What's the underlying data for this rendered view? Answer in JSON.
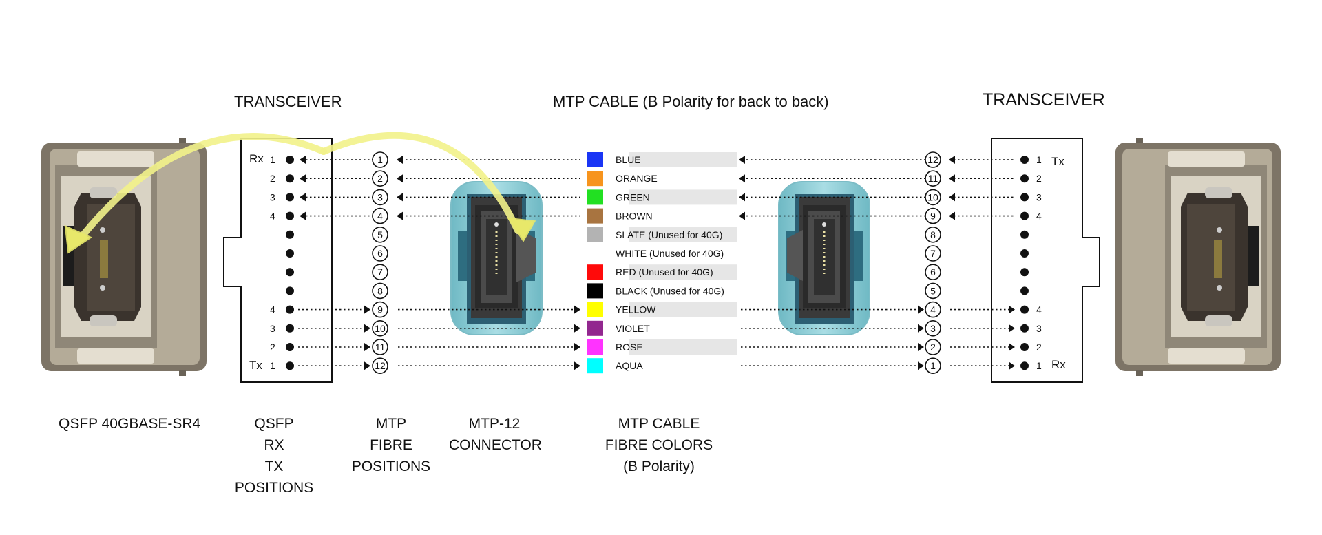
{
  "headers": {
    "transceiver_left": "TRANSCEIVER",
    "mtp_cable": "MTP CABLE (B Polarity for back to back)",
    "transceiver_right": "TRANSCEIVER"
  },
  "captions": {
    "qsfp": "QSFP 40GBASE-SR4",
    "rx_tx": [
      "QSFP",
      "RX",
      "TX",
      "POSITIONS"
    ],
    "mtp_positions": [
      "MTP",
      "FIBRE",
      "POSITIONS"
    ],
    "mtp12": [
      "MTP-12",
      "CONNECTOR"
    ],
    "cable_colors": [
      "MTP CABLE",
      "FIBRE COLORS",
      "(B Polarity)"
    ]
  },
  "left_box": {
    "rx_label": "Rx",
    "tx_label": "Tx",
    "numbers": [
      "1",
      "2",
      "3",
      "4",
      "",
      "",
      "",
      "",
      "4",
      "3",
      "2",
      "1"
    ]
  },
  "right_box": {
    "tx_label": "Tx",
    "rx_label": "Rx",
    "numbers": [
      "1",
      "2",
      "3",
      "4",
      "",
      "",
      "",
      "",
      "4",
      "3",
      "2",
      "1"
    ]
  },
  "left_fibres": [
    "1",
    "2",
    "3",
    "4",
    "5",
    "6",
    "7",
    "8",
    "9",
    "10",
    "11",
    "12"
  ],
  "right_fibres": [
    "12",
    "11",
    "10",
    "9",
    "8",
    "7",
    "6",
    "5",
    "4",
    "3",
    "2",
    "1"
  ],
  "colors": [
    {
      "label": "BLUE",
      "hex": "#1a35f5",
      "shaded": true
    },
    {
      "label": "ORANGE",
      "hex": "#f7941d",
      "shaded": false
    },
    {
      "label": "GREEN",
      "hex": "#22e022",
      "shaded": true
    },
    {
      "label": "BROWN",
      "hex": "#a87440",
      "shaded": false
    },
    {
      "label": "SLATE (Unused for 40G)",
      "hex": "#b3b3b3",
      "shaded": true
    },
    {
      "label": "WHITE (Unused for 40G)",
      "hex": "#ffffff",
      "shaded": false
    },
    {
      "label": "RED (Unused for 40G)",
      "hex": "#ff0a0a",
      "shaded": true
    },
    {
      "label": "BLACK (Unused for 40G)",
      "hex": "#000000",
      "shaded": false
    },
    {
      "label": "YELLOW",
      "hex": "#ffff00",
      "shaded": true
    },
    {
      "label": "VIOLET",
      "hex": "#92278f",
      "shaded": false
    },
    {
      "label": "ROSE",
      "hex": "#ff33ff",
      "shaded": true
    },
    {
      "label": "AQUA",
      "hex": "#00ffff",
      "shaded": false
    }
  ],
  "accent": {
    "arrow": "#f2f28a",
    "connector": "#8fcdd6",
    "label_shade": "#e6e6e6"
  }
}
